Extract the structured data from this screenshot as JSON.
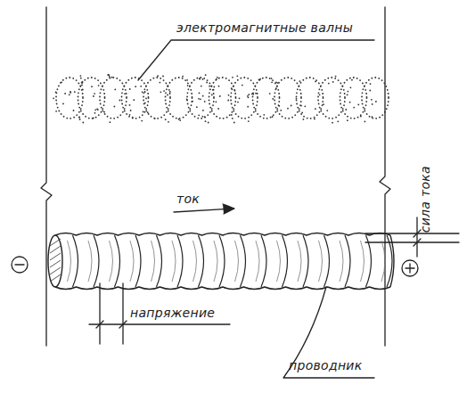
{
  "diagram": {
    "labels": [
      "электромагнитные валны",
      "ток",
      "напряжение",
      "сила тока",
      "проводник"
    ]
  }
}
